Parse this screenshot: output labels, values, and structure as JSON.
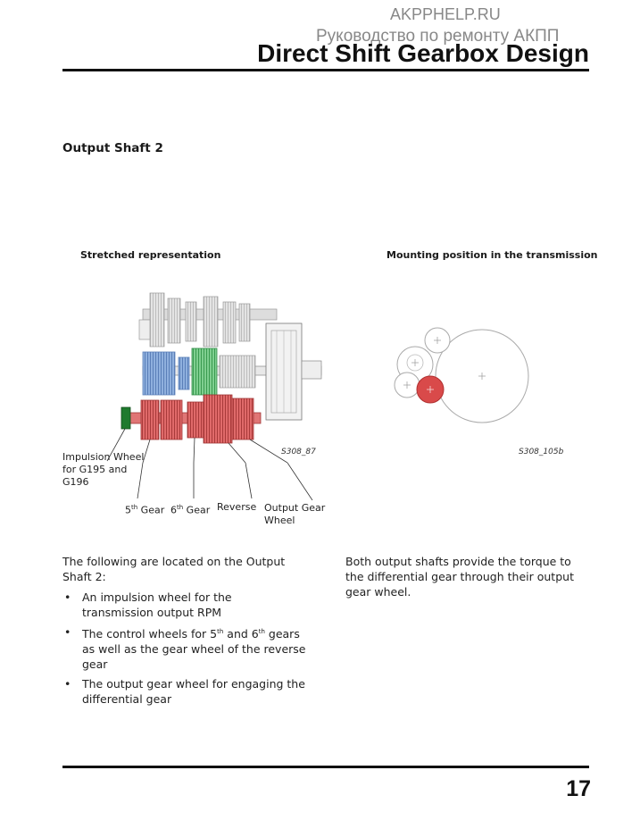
{
  "header": {
    "watermark_site": "AKPPHELP.RU",
    "watermark_subtitle": "Руководство по ремонту АКПП",
    "title": "Direct Shift Gearbox Design"
  },
  "section": {
    "heading": "Output Shaft 2"
  },
  "figures": {
    "left_caption": "Stretched representation",
    "right_caption": "Mounting position in the transmission",
    "left_code": "S308_87",
    "right_code": "S308_105b",
    "labels": {
      "impulsion": [
        "Impulsion Wheel",
        "for G195 and",
        "G196"
      ],
      "gear5_pre": "5",
      "gear5_sup": "th",
      "gear5_post": " Gear",
      "gear6_pre": "6",
      "gear6_sup": "th",
      "gear6_post": " Gear",
      "reverse": "Reverse",
      "output_gear": [
        "Output Gear",
        "Wheel"
      ]
    },
    "colors": {
      "shaft_red": "#d94a4a",
      "shaft_blue": "#6f95cf",
      "shaft_green": "#3fae5a",
      "shaft_grey": "#d9d9d9",
      "impulsion_green": "#1f7a2e"
    }
  },
  "text": {
    "intro": [
      "The following are located on the Output",
      "Shaft 2:"
    ],
    "bullet_symbol": "•",
    "bullet1": [
      "An impulsion wheel for the",
      "transmission output RPM"
    ],
    "bullet2_a": "The control wheels for 5",
    "bullet2_sup1": "th",
    "bullet2_b": " and 6",
    "bullet2_sup2": "th",
    "bullet2_c": " gears",
    "bullet2_rest": [
      "as well as the gear wheel of the reverse",
      "gear"
    ],
    "bullet3": [
      "The output gear wheel for engaging the",
      "differential gear"
    ],
    "right_para": [
      "Both output shafts provide the torque to",
      "the differential gear through their output",
      "gear wheel."
    ]
  },
  "footer": {
    "page_number": "17"
  }
}
